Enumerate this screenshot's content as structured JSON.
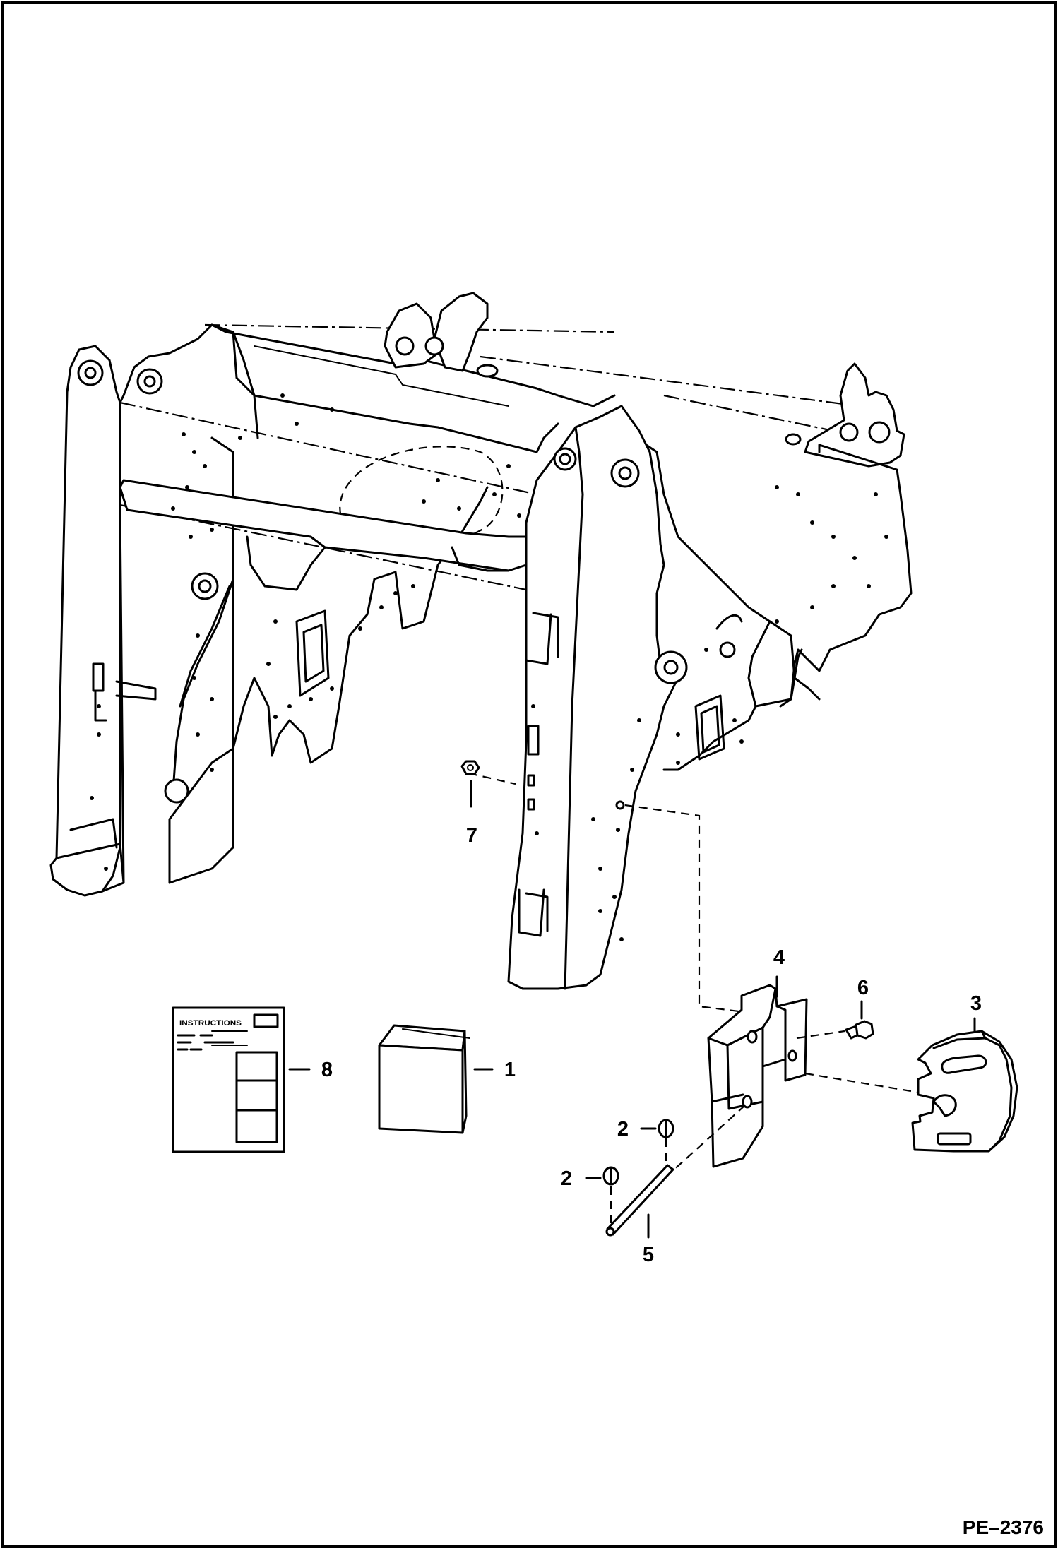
{
  "figure_code": "PE–2376",
  "callouts": {
    "c1": "1",
    "c2a": "2",
    "c2b": "2",
    "c3": "3",
    "c4": "4",
    "c5": "5",
    "c6": "6",
    "c7": "7",
    "c8": "8"
  },
  "instruction_sheet": {
    "heading": "INSTRUCTIONS"
  }
}
